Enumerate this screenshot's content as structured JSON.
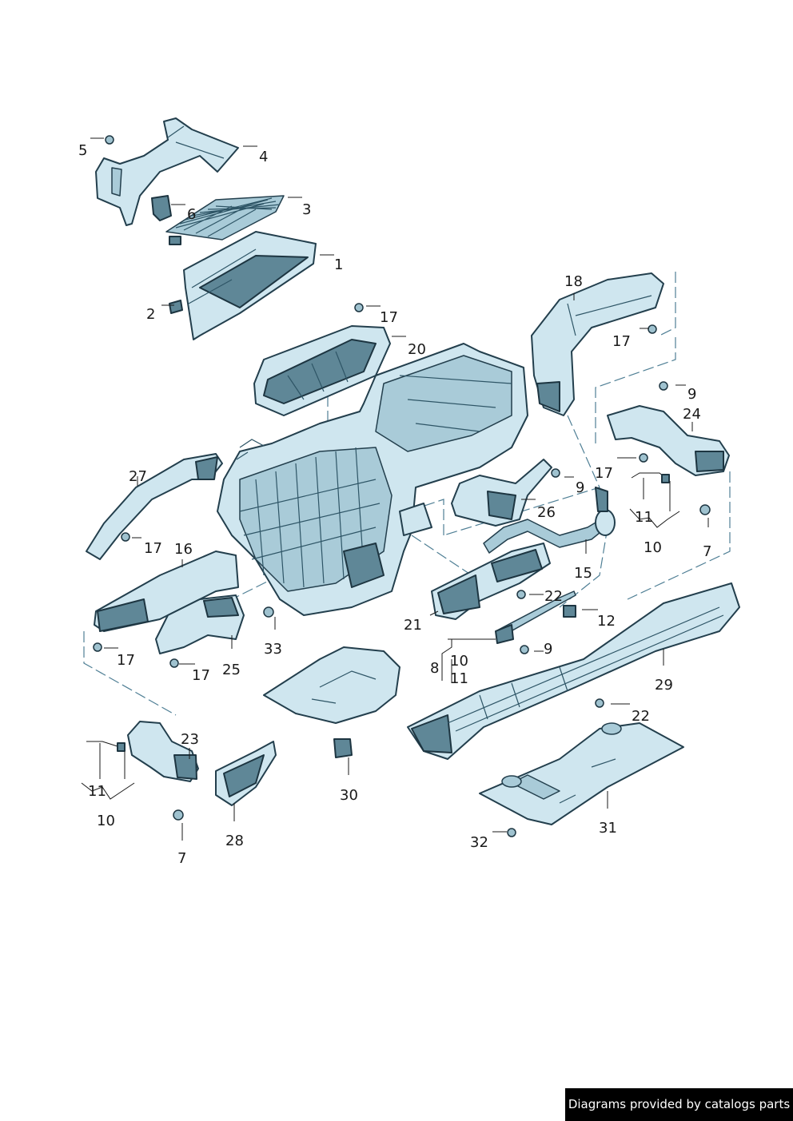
{
  "labels": [
    "1",
    "2",
    "3",
    "4",
    "5",
    "6",
    "7",
    "8",
    "9",
    "10",
    "11",
    "12",
    "15",
    "16",
    "17",
    "18",
    "20",
    "21",
    "22",
    "23",
    "24",
    "25",
    "26",
    "27",
    "28",
    "29",
    "30",
    "31",
    "32",
    "33"
  ],
  "footer": {
    "text": "Diagrams provided by catalogs parts",
    "background": "#000000",
    "color": "#ffffff"
  },
  "colors": {
    "part_fill": "#cfe6ef",
    "part_shade": "#5f8797",
    "outline": "#233f4d",
    "dashed_line": "#4f7f95"
  }
}
